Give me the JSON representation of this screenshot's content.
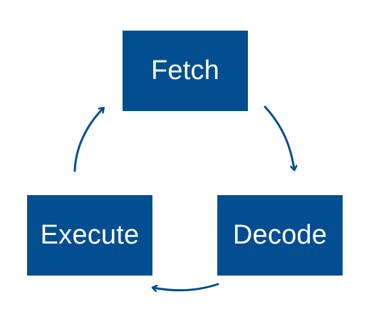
{
  "diagram": {
    "nodes": [
      {
        "id": "fetch",
        "label": "Fetch"
      },
      {
        "id": "decode",
        "label": "Decode"
      },
      {
        "id": "execute",
        "label": "Execute"
      }
    ],
    "edges": [
      {
        "from": "fetch",
        "to": "decode"
      },
      {
        "from": "decode",
        "to": "execute"
      },
      {
        "from": "execute",
        "to": "fetch"
      }
    ]
  },
  "colors": {
    "box_fill": "#034e91",
    "box_text": "#ffffff",
    "arrow": "#034e91",
    "background": "#ffffff"
  }
}
